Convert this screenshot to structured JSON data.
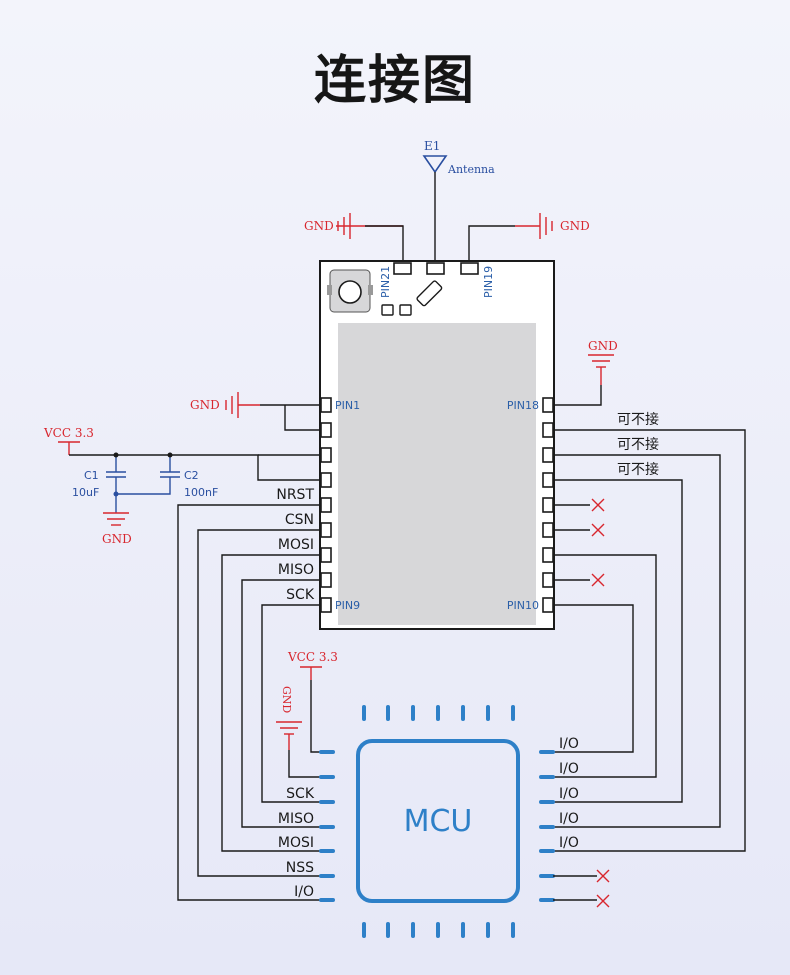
{
  "title": "连接图",
  "antenna": {
    "ref": "E1",
    "label": "Antenna"
  },
  "power": {
    "gnd": "GND",
    "vcc": "VCC 3.3"
  },
  "caps": [
    {
      "ref": "C1",
      "value": "10uF"
    },
    {
      "ref": "C2",
      "value": "100nF"
    }
  ],
  "module_pins": {
    "pin21": "PIN21",
    "pin19": "PIN19",
    "pin1": "PIN1",
    "pin9": "PIN9",
    "pin18": "PIN18",
    "pin10": "PIN10"
  },
  "module_left_signals": [
    "NRST",
    "CSN",
    "MOSI",
    "MISO",
    "SCK"
  ],
  "module_right_notes": [
    "可不接",
    "可不接",
    "可不接"
  ],
  "mcu": {
    "label": "MCU",
    "left_signals": [
      "SCK",
      "MISO",
      "MOSI",
      "NSS",
      "I/O"
    ],
    "right_signals": [
      "I/O",
      "I/O",
      "I/O",
      "I/O",
      "I/O"
    ]
  },
  "colors": {
    "wire": "#1a1a1a",
    "power": "#d8262e",
    "label": "#2a4fa0",
    "mcu": "#2e80c8",
    "module_body": "#d7d7d9"
  }
}
